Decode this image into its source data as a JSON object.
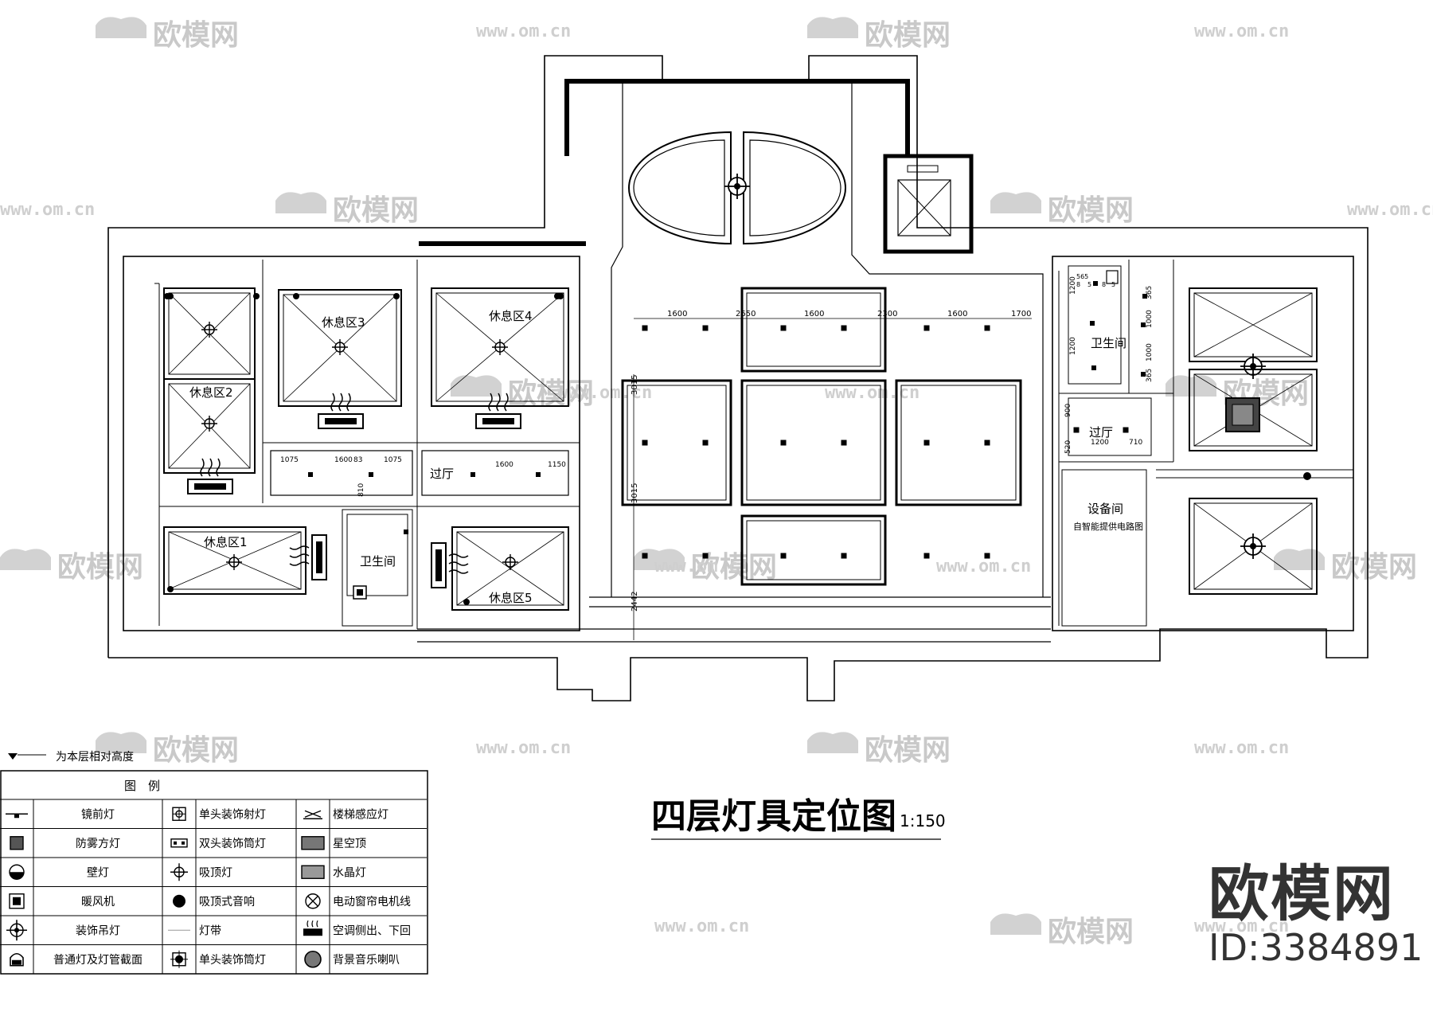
{
  "title": "四层灯具定位图",
  "scale": "1:150",
  "height_note": "为本层相对高度",
  "legend": {
    "header": "图　例",
    "items": [
      [
        "镜前灯",
        "单头装饰射灯",
        "楼梯感应灯"
      ],
      [
        "防雾方灯",
        "双头装饰筒灯",
        "星空顶"
      ],
      [
        "壁灯",
        "吸顶灯",
        "水晶灯"
      ],
      [
        "暖风机",
        "吸顶式音响",
        "电动窗帘电机线"
      ],
      [
        "装饰吊灯",
        "灯带",
        "空调侧出、下回"
      ],
      [
        "普通灯及灯管截面",
        "单头装饰筒灯",
        "背景音乐喇叭"
      ]
    ],
    "icons": [
      [
        "mirror-light-icon",
        "single-spotlight-icon",
        "stair-sensor-light-icon"
      ],
      [
        "fog-square-light-icon",
        "double-downlight-icon",
        "starry-ceiling-icon"
      ],
      [
        "wall-light-icon",
        "ceiling-light-icon",
        "crystal-light-icon"
      ],
      [
        "heater-fan-icon",
        "ceiling-speaker-icon",
        "curtain-motor-icon"
      ],
      [
        "pendant-light-icon",
        "light-strip-icon",
        "ac-outlet-icon"
      ],
      [
        "lamp-section-icon",
        "single-downlight-icon",
        "music-speaker-icon"
      ]
    ]
  },
  "rooms": {
    "rest1": "休息区1",
    "rest2": "休息区2",
    "rest3": "休息区3",
    "rest4": "休息区4",
    "rest5": "休息区5",
    "bath_left": "卫生间",
    "bath_right": "卫生间",
    "hall_left": "过厅",
    "hall_right": "过厅",
    "equip": "设备间",
    "equip_note": "自智能提供电路图"
  },
  "dimensions": {
    "top": [
      "1600",
      "2650",
      "1600",
      "2300",
      "1600",
      "1700"
    ],
    "left_v": [
      "3015",
      "3015",
      "2442"
    ],
    "hall_left": [
      "1075",
      "1600",
      "83",
      "1075"
    ],
    "hall_left_v": "810",
    "hall_mid": [
      "1600",
      "1150"
    ],
    "bath_r_left": [
      "1200",
      "1200"
    ],
    "bath_r_top": [
      "565",
      "8",
      "5",
      "8",
      "5"
    ],
    "bath_r_right": [
      "365",
      "1000",
      "1000",
      "365"
    ],
    "hall_r": [
      "1200",
      "710"
    ],
    "hall_r_v": [
      "900",
      "520"
    ]
  },
  "watermark": {
    "cn": "欧模网",
    "url": "www.om.cn"
  },
  "brand": {
    "logo": "欧模网",
    "id": "ID:3384891"
  }
}
